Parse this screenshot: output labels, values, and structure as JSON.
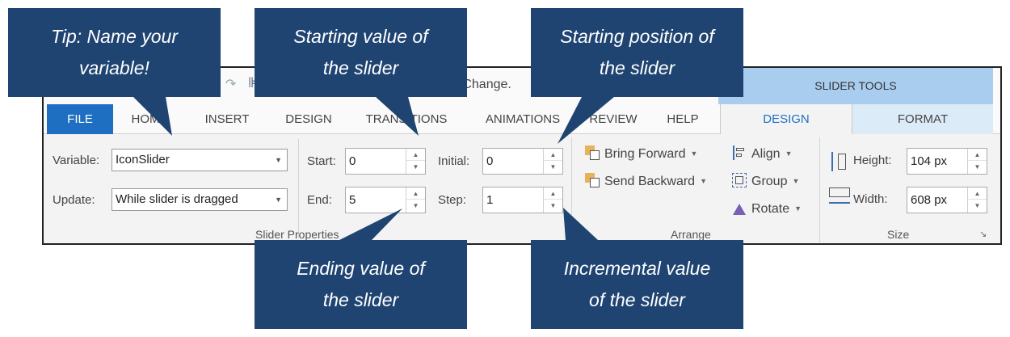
{
  "window": {
    "title_fragment": "e Change.",
    "context_tab_group": "SLIDER TOOLS"
  },
  "tabs": [
    {
      "label": "FILE"
    },
    {
      "label": "HOME"
    },
    {
      "label": "INSERT"
    },
    {
      "label": "DESIGN"
    },
    {
      "label": "TRANSITIONS"
    },
    {
      "label": "ANIMATIONS"
    },
    {
      "label": "REVIEW"
    },
    {
      "label": "HELP"
    },
    {
      "label": "DESIGN"
    },
    {
      "label": "FORMAT"
    }
  ],
  "slider_properties": {
    "group_label": "Slider Properties",
    "variable_label": "Variable:",
    "variable_value": "IconSlider",
    "update_label": "Update:",
    "update_value": "While slider is dragged",
    "start_label": "Start:",
    "start_value": "0",
    "end_label": "End:",
    "end_value": "5",
    "initial_label": "Initial:",
    "initial_value": "0",
    "step_label": "Step:",
    "step_value": "1"
  },
  "arrange": {
    "group_label": "Arrange",
    "bring_forward": "Bring Forward",
    "send_backward": "Send Backward",
    "align": "Align",
    "group": "Group",
    "rotate": "Rotate"
  },
  "size": {
    "group_label": "Size",
    "height_label": "Height:",
    "height_value": "104 px",
    "width_label": "Width:",
    "width_value": "608 px"
  },
  "callouts": {
    "variable": [
      "Tip: Name your",
      "variable!"
    ],
    "start": [
      "Starting value of",
      "the slider"
    ],
    "initial": [
      "Starting position of",
      "the slider"
    ],
    "end": [
      "Ending value of",
      "the slider"
    ],
    "step": [
      "Incremental value",
      "of the slider"
    ]
  },
  "colors": {
    "callout": "#1f4472",
    "file_tab": "#1e6fc1",
    "context_tab": "#a9cdee"
  }
}
